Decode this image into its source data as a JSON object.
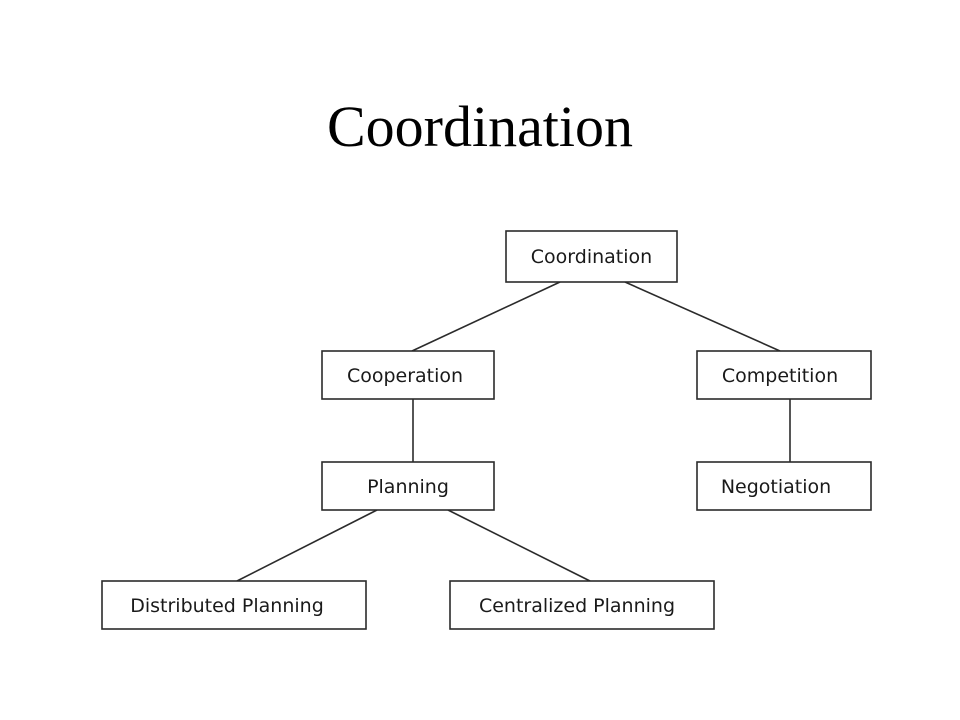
{
  "title": "Coordination",
  "diagram": {
    "nodes": {
      "coordination": "Coordination",
      "cooperation": "Cooperation",
      "competition": "Competition",
      "planning": "Planning",
      "negotiation": "Negotiation",
      "distributed_planning": "Distributed Planning",
      "centralized_planning": "Centralized Planning"
    },
    "edges": [
      [
        "coordination",
        "cooperation"
      ],
      [
        "coordination",
        "competition"
      ],
      [
        "cooperation",
        "planning"
      ],
      [
        "competition",
        "negotiation"
      ],
      [
        "planning",
        "distributed_planning"
      ],
      [
        "planning",
        "centralized_planning"
      ]
    ]
  }
}
